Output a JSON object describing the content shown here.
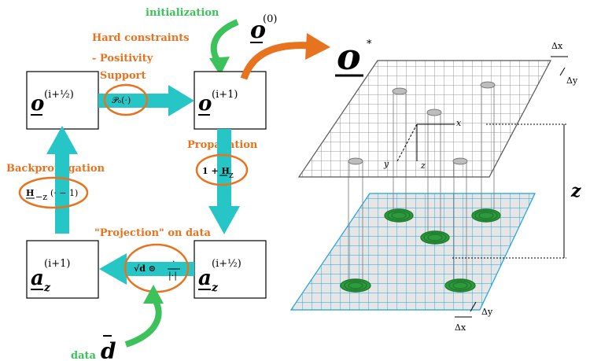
{
  "labels": {
    "initialization": "initialization",
    "hard_constraints": "Hard constraints",
    "positivity": "- Positivity",
    "support": "- Support",
    "propagation": "Propagation",
    "backpropagation": "Backpropagation",
    "projection": "\"Projection\" on data",
    "data": "data"
  },
  "math": {
    "o_var": "o",
    "a_var": "a",
    "d_var": "d",
    "sup_0": "(0)",
    "sup_i_half": "(i+½)",
    "sup_i_plus_1": "(i+1)",
    "star": "*",
    "sub_z": "z",
    "op_positivity": "𝒫ₒ(·)",
    "op_propagation": "1 + H",
    "op_backprop": "H",
    "op_backprop_sub": "−z",
    "op_backprop_arg": "(· − 1)",
    "op_projection": "√d ⊙",
    "delta_x": "Δx",
    "delta_y": "Δy",
    "z_distance": "z",
    "axis_x": "x",
    "axis_y": "y",
    "axis_z": "z"
  },
  "colors": {
    "orange": "#e8731f",
    "green": "#3cc25a",
    "teal": "#27c6c6",
    "grid_top": "#555555",
    "grid_bottom": "#1aa3d9",
    "particle": "#1f7a2e"
  },
  "icons": [
    "box-icon",
    "arrow-icon",
    "ellipse-icon"
  ]
}
